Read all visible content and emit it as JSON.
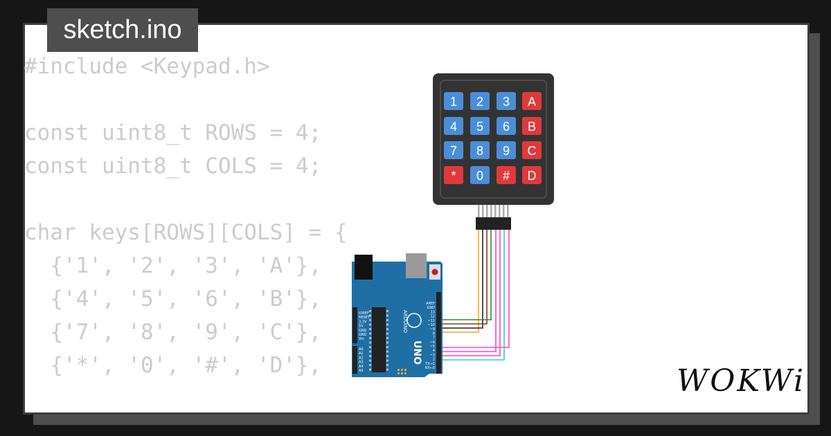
{
  "window": {
    "tab_title": "sketch.ino"
  },
  "code_lines": [
    "#include <Keypad.h>",
    "",
    "const uint8_t ROWS = 4;",
    "const uint8_t COLS = 4;",
    "",
    "char keys[ROWS][COLS] = {",
    "  {'1', '2', '3', 'A'},",
    "  {'4', '5', '6', 'B'},",
    "  {'7', '8', '9', 'C'},",
    "  {'*', '0', '#', 'D'},"
  ],
  "keypad": {
    "keys": [
      [
        "1",
        "2",
        "3",
        "A"
      ],
      [
        "4",
        "5",
        "6",
        "B"
      ],
      [
        "7",
        "8",
        "9",
        "C"
      ],
      [
        "*",
        "0",
        "#",
        "D"
      ]
    ],
    "digit_color": "#4a8ed8",
    "special_color": "#e0393c",
    "body_color": "#333333"
  },
  "arduino": {
    "brand_text": "ARDUINO",
    "model_text": "UNO",
    "power_pins": [
      "IOREF",
      "RESET",
      "3.3V",
      "5V",
      "GND",
      "GND",
      "Vin"
    ],
    "analog_pins": [
      "A0",
      "A1",
      "A2",
      "A3",
      "A4",
      "A5"
    ],
    "digital_pins": [
      "AREF",
      "GND",
      "13",
      "12",
      "~11",
      "~10",
      "~9",
      "8",
      "7",
      "~6",
      "~5",
      "4",
      "~3",
      "2",
      "TX→1",
      "RX←0"
    ],
    "board_color": "#1f6fa5"
  },
  "wire_colors": [
    "#f5a623",
    "#222222",
    "#8b3a1e",
    "#2e8b2e",
    "#ff44cc",
    "#ff44cc",
    "#33cccc",
    "#ff44cc"
  ],
  "logo_text": "WOKWi"
}
